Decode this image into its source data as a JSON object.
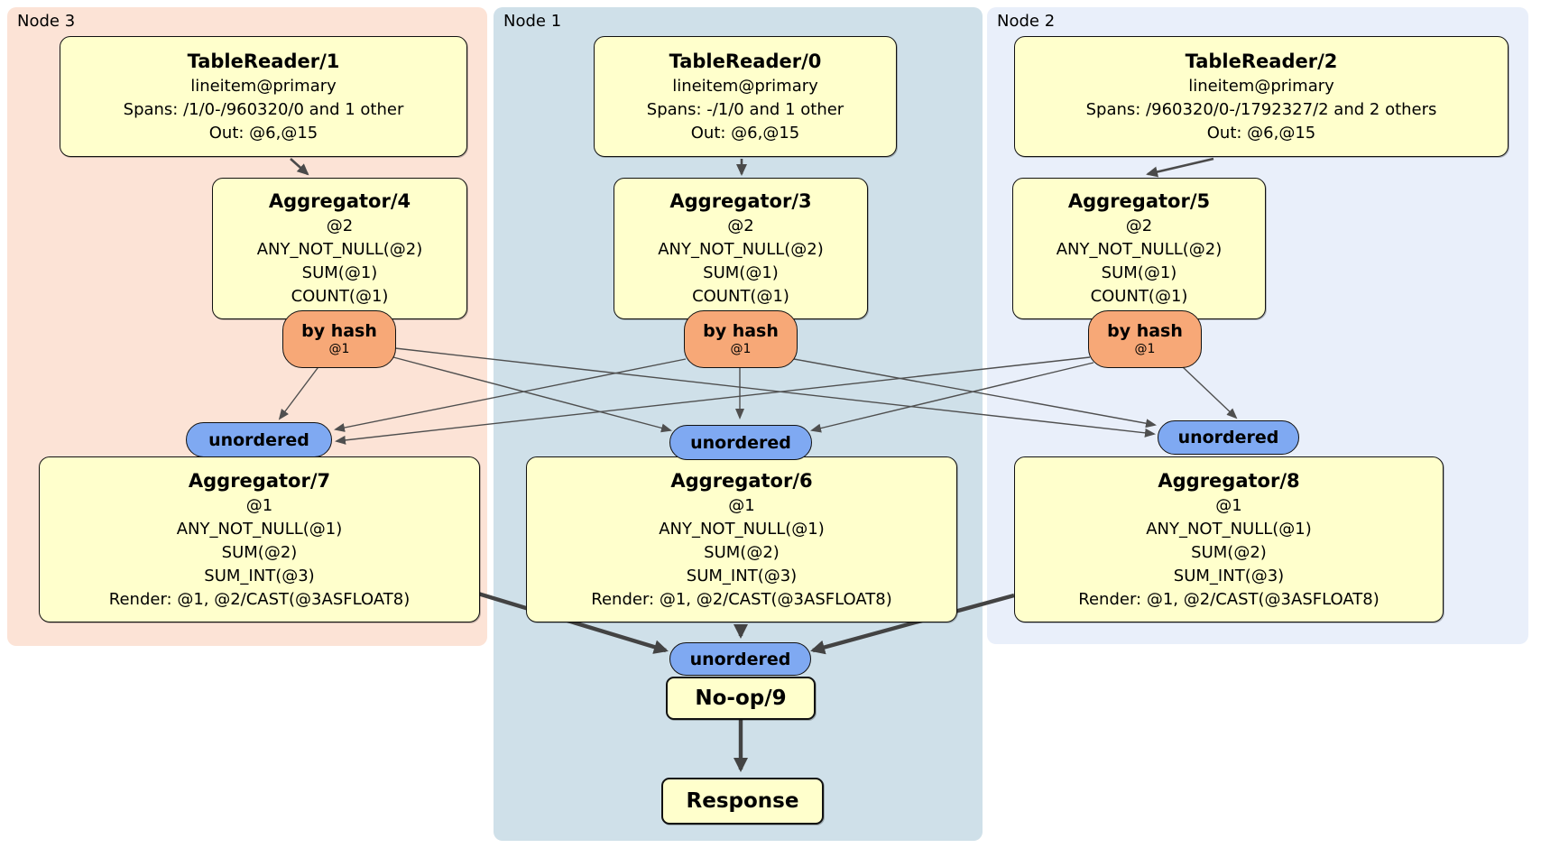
{
  "colors": {
    "page_bg": "#ffffff",
    "region_node3": "#fce3d6",
    "region_node1": "#cfe0e9",
    "region_node2": "#e9effa",
    "processor_fill": "#ffffcc",
    "router_fill": "#f7a877",
    "sync_fill": "#7fa9f2",
    "edge": "#4f4f4f"
  },
  "regions": [
    {
      "label": "Node 3"
    },
    {
      "label": "Node 1"
    },
    {
      "label": "Node 2"
    }
  ],
  "processors": {
    "tr1": {
      "title": "TableReader/1",
      "lines": [
        "lineitem@primary",
        "Spans: /1/0-/960320/0 and 1 other",
        "Out: @6,@15"
      ]
    },
    "tr0": {
      "title": "TableReader/0",
      "lines": [
        "lineitem@primary",
        "Spans: -/1/0 and 1 other",
        "Out: @6,@15"
      ]
    },
    "tr2": {
      "title": "TableReader/2",
      "lines": [
        "lineitem@primary",
        "Spans: /960320/0-/1792327/2 and 2 others",
        "Out: @6,@15"
      ]
    },
    "ag4": {
      "title": "Aggregator/4",
      "lines": [
        "@2",
        "ANY_NOT_NULL(@2)",
        "SUM(@1)",
        "COUNT(@1)"
      ]
    },
    "ag3": {
      "title": "Aggregator/3",
      "lines": [
        "@2",
        "ANY_NOT_NULL(@2)",
        "SUM(@1)",
        "COUNT(@1)"
      ]
    },
    "ag5": {
      "title": "Aggregator/5",
      "lines": [
        "@2",
        "ANY_NOT_NULL(@2)",
        "SUM(@1)",
        "COUNT(@1)"
      ]
    },
    "ag7": {
      "title": "Aggregator/7",
      "lines": [
        "@1",
        "ANY_NOT_NULL(@1)",
        "SUM(@2)",
        "SUM_INT(@3)",
        "Render: @1, @2/CAST(@3ASFLOAT8)"
      ]
    },
    "ag6": {
      "title": "Aggregator/6",
      "lines": [
        "@1",
        "ANY_NOT_NULL(@1)",
        "SUM(@2)",
        "SUM_INT(@3)",
        "Render: @1, @2/CAST(@3ASFLOAT8)"
      ]
    },
    "ag8": {
      "title": "Aggregator/8",
      "lines": [
        "@1",
        "ANY_NOT_NULL(@1)",
        "SUM(@2)",
        "SUM_INT(@3)",
        "Render: @1, @2/CAST(@3ASFLOAT8)"
      ]
    },
    "noop": {
      "title": "No-op/9"
    },
    "response": {
      "title": "Response"
    }
  },
  "routers": {
    "hash3": {
      "label": "by hash",
      "detail": "@1"
    },
    "hash1": {
      "label": "by hash",
      "detail": "@1"
    },
    "hash2": {
      "label": "by hash",
      "detail": "@1"
    }
  },
  "syncs": {
    "unordered3": {
      "label": "unordered"
    },
    "unordered1": {
      "label": "unordered"
    },
    "unordered2": {
      "label": "unordered"
    },
    "unordered_final": {
      "label": "unordered"
    }
  }
}
